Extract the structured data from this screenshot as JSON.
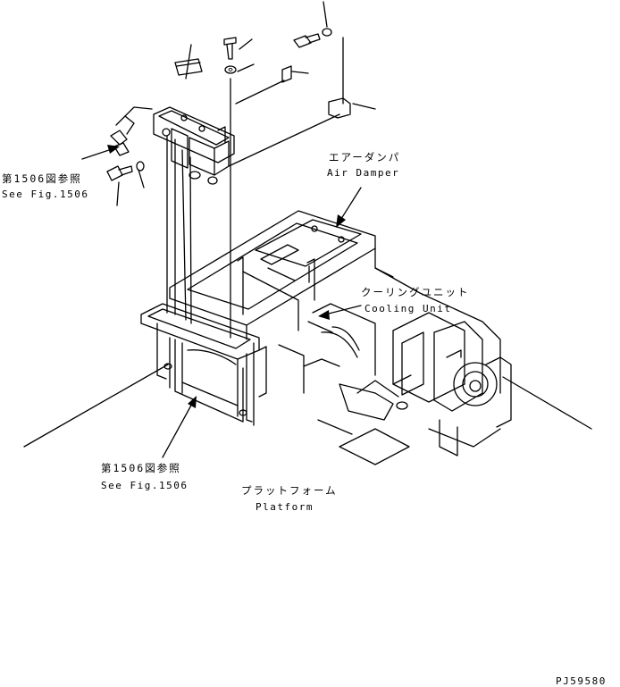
{
  "labels": {
    "ref_upper_jp": "第1506図参照",
    "ref_upper_en": "See Fig.1506",
    "air_damper_jp": "エアーダンパ",
    "air_damper_en": "Air Damper",
    "cooling_unit_jp": "クーリングユニット",
    "cooling_unit_en": "Cooling Unit",
    "ref_lower_jp": "第1506図参照",
    "ref_lower_en": "See Fig.1506",
    "platform_jp": "プラットフォーム",
    "platform_en": "Platform",
    "drawing_number": "PJ59580"
  }
}
